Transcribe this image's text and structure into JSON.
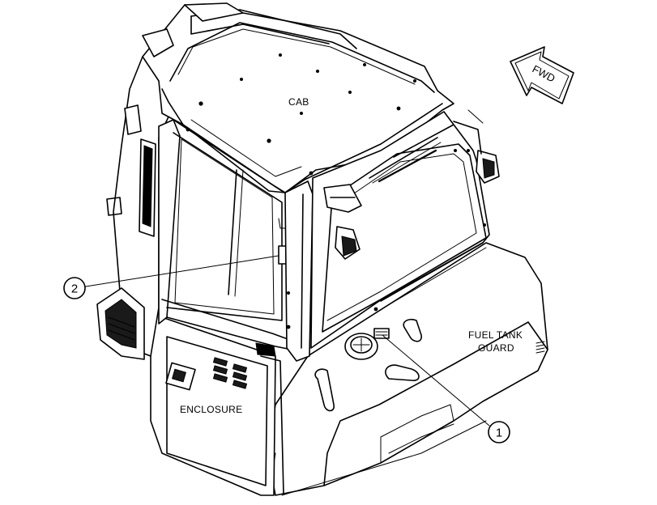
{
  "labels": {
    "cab": "CAB",
    "fuel_tank_guard_line1": "FUEL TANK",
    "fuel_tank_guard_line2": "GUARD",
    "enclosure": "ENCLOSURE",
    "fwd": "FWD"
  },
  "callouts": [
    {
      "number": "1"
    },
    {
      "number": "2"
    }
  ]
}
